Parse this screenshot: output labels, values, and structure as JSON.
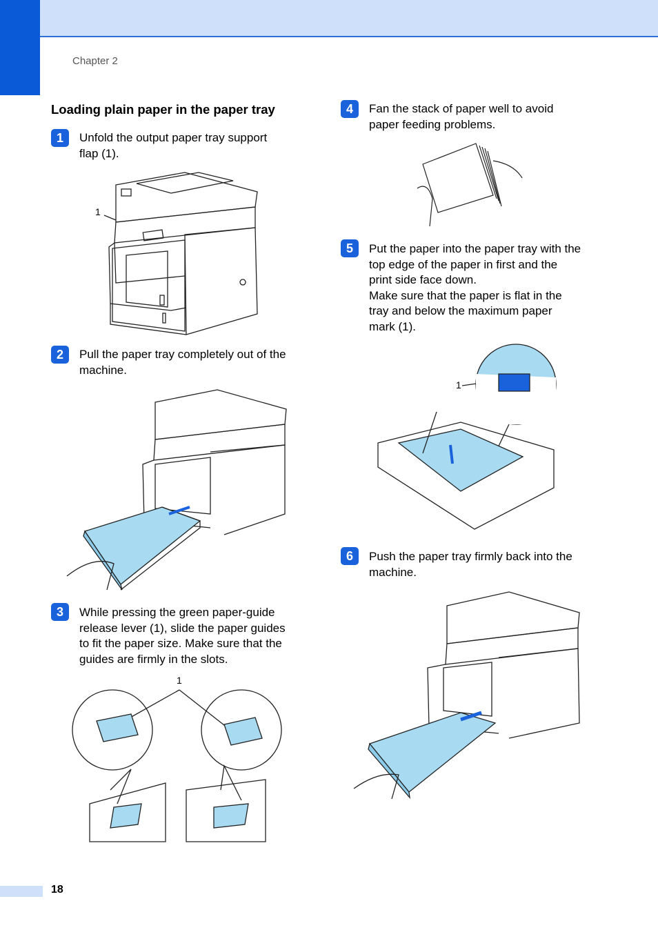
{
  "header": {
    "chapter": "Chapter 2",
    "accent_color": "#0a5ad8",
    "bar_color": "#cfe0fb"
  },
  "section_title": "Loading plain paper in the paper tray",
  "steps": [
    {
      "number": "1",
      "text": "Unfold the output paper tray support\nflap (1).",
      "callout": "1",
      "figure": "printer-flap-illustration"
    },
    {
      "number": "2",
      "text": "Pull the paper tray completely out of the\nmachine.",
      "figure": "pull-tray-illustration"
    },
    {
      "number": "3",
      "text": "While pressing the green paper-guide\nrelease lever (1), slide the paper guides\nto fit the paper size. Make sure that the\nguides are firmly in the slots.",
      "callout": "1",
      "figure": "paper-guides-illustration"
    },
    {
      "number": "4",
      "text": "Fan the stack of paper well to avoid\npaper feeding problems.",
      "figure": "fan-paper-illustration"
    },
    {
      "number": "5",
      "text": "Put the paper into the paper tray with the\ntop edge of the paper in first and the\nprint side face down.\nMake sure that the paper is flat in the\ntray and below the maximum paper\nmark (1).",
      "callout": "1",
      "figure": "paper-in-tray-illustration"
    },
    {
      "number": "6",
      "text": "Push the paper tray firmly back into the\nmachine.",
      "figure": "push-tray-illustration"
    }
  ],
  "footer": {
    "page_number": "18"
  }
}
